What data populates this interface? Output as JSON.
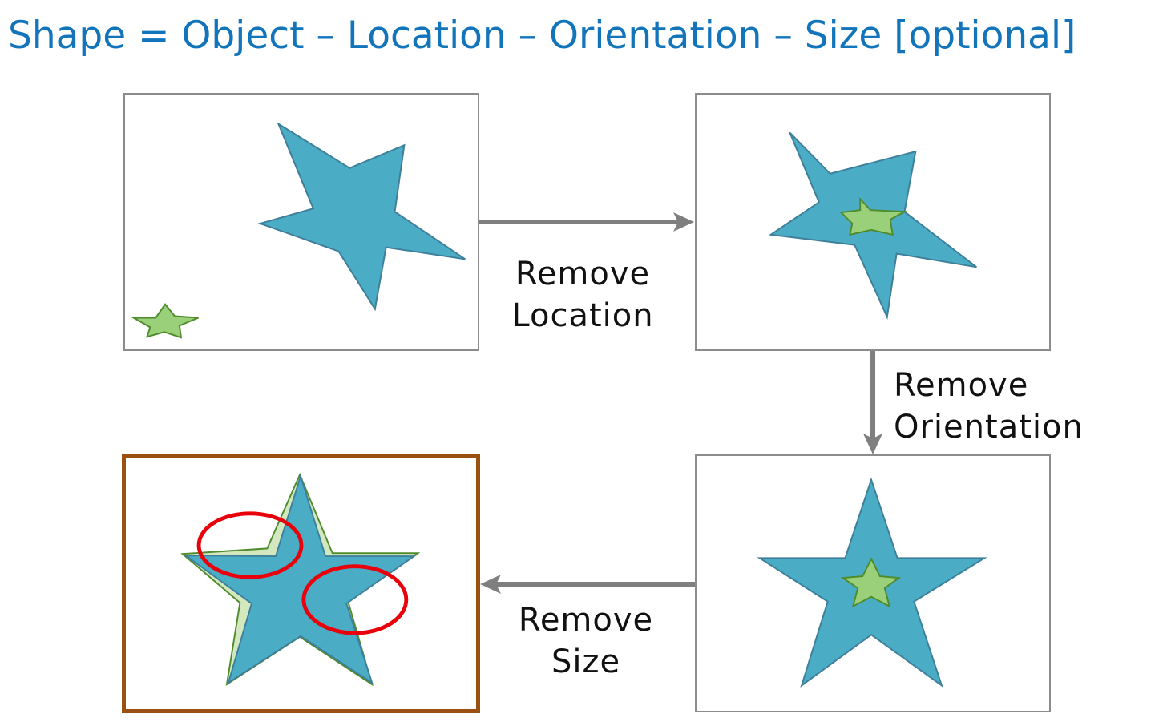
{
  "title": "Shape = Object – Location – Orientation – Size [optional]",
  "colors": {
    "title": "#1274bb",
    "big_star_fill": "#4bacc6",
    "big_star_stroke": "#3e7f9a",
    "small_star_fill": "#9bd07a",
    "small_star_stroke": "#4e8c2c",
    "ghost_star_fill": "#d4e8c0",
    "highlight_ellipse": "#e8000b",
    "arrow": "#7f7f7f",
    "highlight_border": "#9a5011"
  },
  "steps": [
    {
      "line1": "Remove",
      "line2": "Location"
    },
    {
      "line1": "Remove",
      "line2": "Orientation"
    },
    {
      "line1": "Remove",
      "line2": "Size"
    }
  ],
  "panels": [
    {
      "name": "original",
      "description_icons": [
        "large-star-icon",
        "small-star-icon"
      ]
    },
    {
      "name": "location-removed",
      "description_icons": [
        "large-star-icon",
        "small-star-icon"
      ]
    },
    {
      "name": "orientation-removed",
      "description_icons": [
        "large-star-icon",
        "small-star-icon"
      ]
    },
    {
      "name": "size-removed",
      "description_icons": [
        "large-star-icon",
        "small-star-icon",
        "difference-ellipse-icon"
      ]
    }
  ]
}
